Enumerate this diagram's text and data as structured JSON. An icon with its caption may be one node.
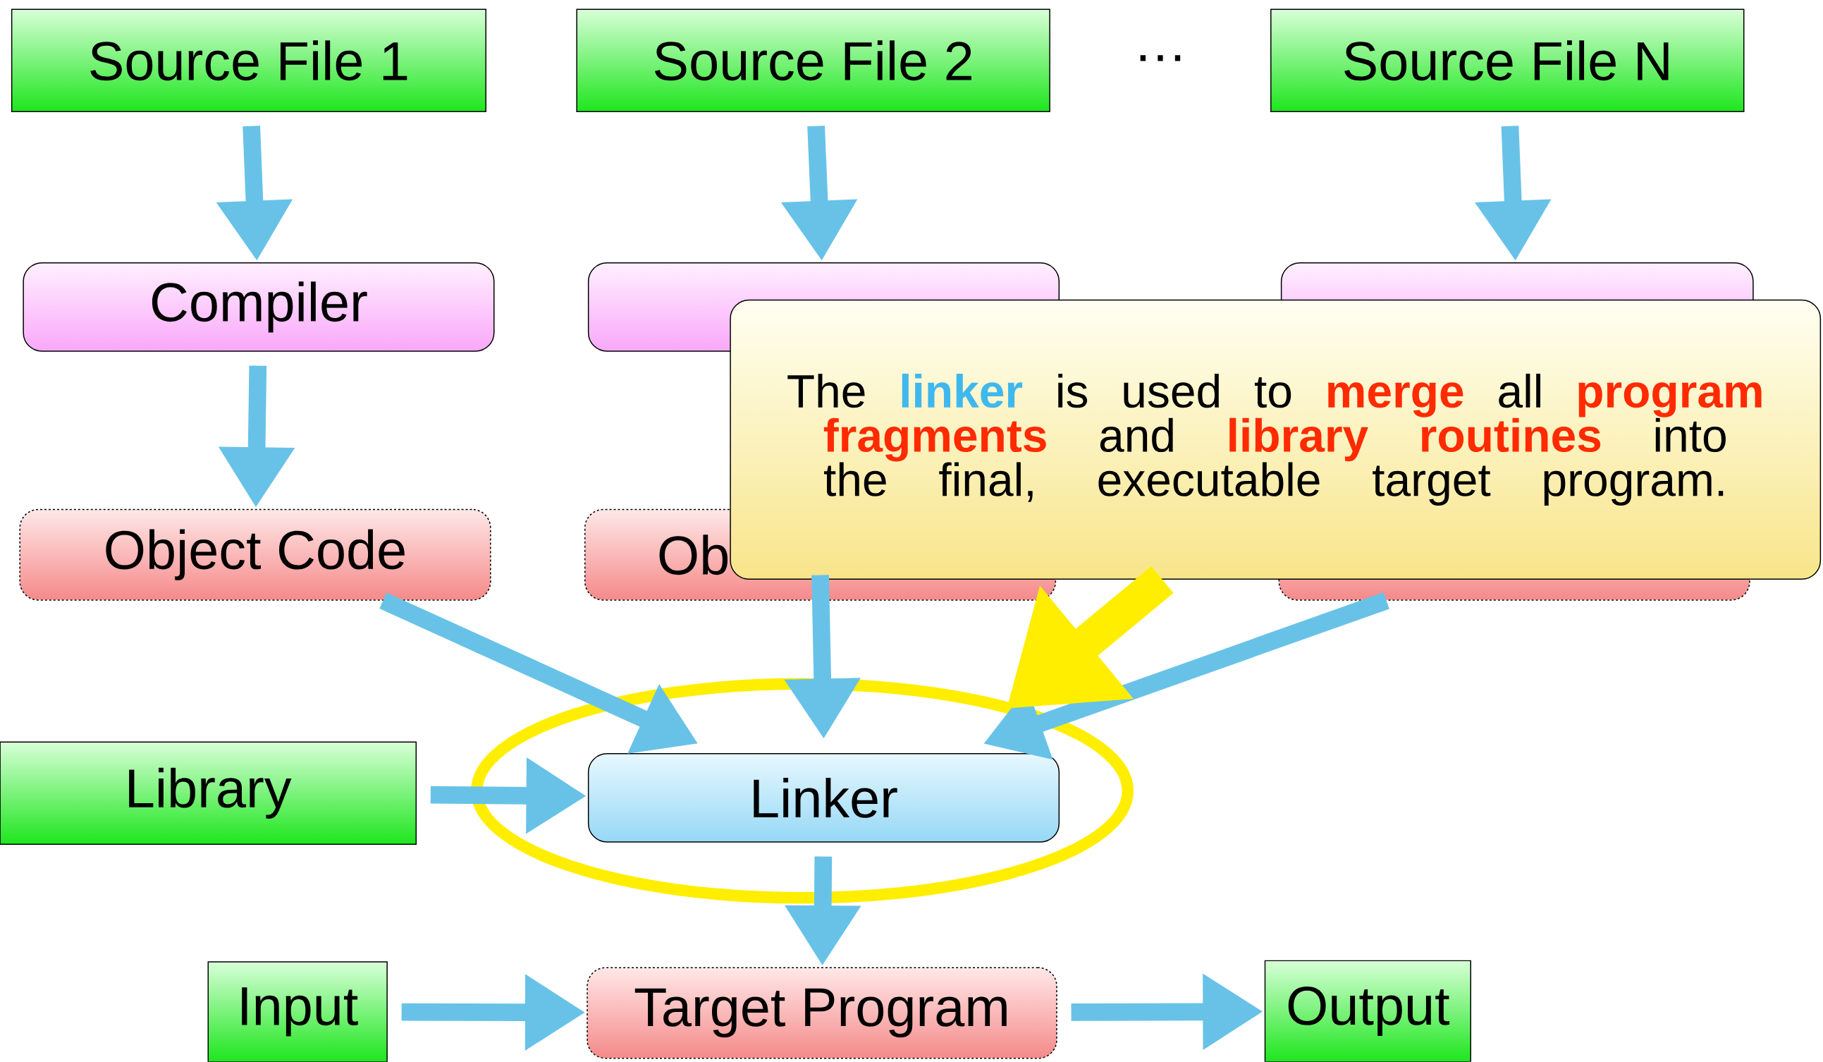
{
  "diagram": {
    "nodes": [
      {
        "text": [
          "Source File 1"
        ]
      },
      {
        "text": [
          "Source File 2"
        ]
      },
      {
        "text": [
          "Source File N"
        ]
      },
      {
        "text": [
          "Compiler"
        ]
      },
      {
        "text": [],
        "shape": "box"
      },
      {
        "text": [],
        "shape": "box"
      },
      {
        "text": [
          "Object Code"
        ]
      },
      {
        "text": [
          "Ob"
        ]
      },
      {
        "text": [],
        "shape": "box"
      },
      {
        "text": [
          "Library"
        ]
      },
      {
        "text": [
          "Linker"
        ]
      },
      {
        "text": [
          "Input"
        ]
      },
      {
        "text": [
          "Target Program"
        ]
      },
      {
        "text": [
          "Output"
        ]
      },
      {
        "text": [
          "The **linker** is used to **merge** all **program fragments** and **library routines** into the final, executable target program."
        ]
      }
    ],
    "edges": [
      {
        "from": 0,
        "to": 3,
        "arrow": "to"
      },
      {
        "from": 3,
        "to": 6,
        "arrow": "to"
      },
      {
        "from": 1,
        "to": 4,
        "arrow": "to"
      },
      {
        "from": 2,
        "to": 5,
        "arrow": "to"
      },
      {
        "from": 6,
        "to": 10,
        "arrow": "to"
      },
      {
        "from": 7,
        "to": 10,
        "arrow": "to"
      },
      {
        "from": 8,
        "to": 10,
        "arrow": "to"
      },
      {
        "from": 9,
        "to": 10,
        "arrow": "to"
      },
      {
        "from": 10,
        "to": 12,
        "arrow": "to"
      },
      {
        "from": 11,
        "to": 12,
        "arrow": "to"
      },
      {
        "from": 12,
        "to": 13,
        "arrow": "to"
      },
      {
        "from": 14,
        "to": 10,
        "arrow": "to",
        "style": "thick",
        "color": "#ffee00"
      }
    ],
    "labels": [
      "…"
    ]
  }
}
